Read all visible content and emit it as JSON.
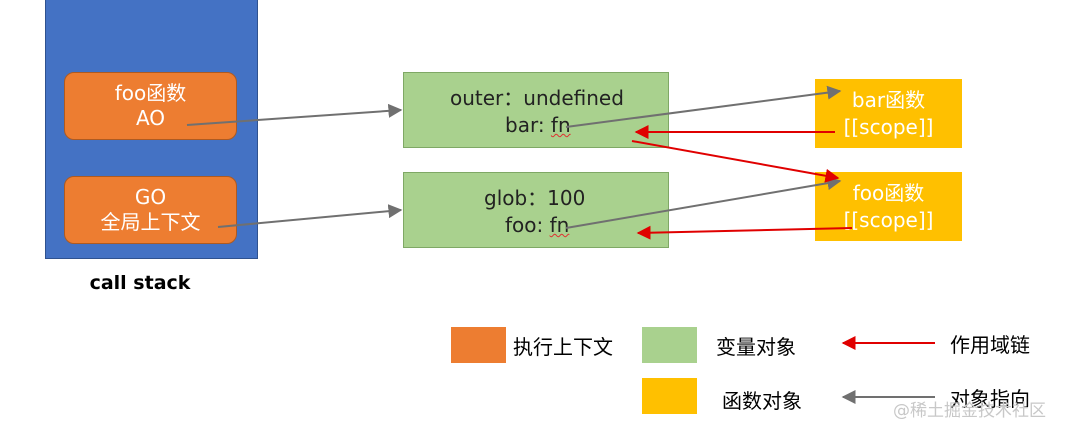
{
  "call_stack": {
    "label": "call stack",
    "foo_ao": {
      "line1": "foo函数",
      "line2": "AO"
    },
    "go": {
      "line1": "GO",
      "line2": "全局上下文"
    }
  },
  "variable_objects": {
    "foo_vo": {
      "line1": "outer：undefined",
      "line2_key": "bar: ",
      "line2_val": "fn"
    },
    "global_vo": {
      "line1": "glob：100",
      "line2_key": "foo: ",
      "line2_val": "fn"
    }
  },
  "function_objects": {
    "bar_fn": {
      "line1": "bar函数",
      "line2": "[[scope]]"
    },
    "foo_fn": {
      "line1": "foo函数",
      "line2": "[[scope]]"
    }
  },
  "legend": {
    "exec_context": "执行上下文",
    "variable_object": "变量对象",
    "scope_chain": "作用域链",
    "function_object": "函数对象",
    "object_pointer": "对象指向"
  },
  "colors": {
    "exec_context": "#ed7d31",
    "variable_object": "#a9d18e",
    "function_object": "#ffc000",
    "call_stack": "#4472c4",
    "scope_chain_arrow": "#e00000",
    "pointer_arrow": "#707070"
  },
  "watermark": "@稀土掘金技术社区"
}
